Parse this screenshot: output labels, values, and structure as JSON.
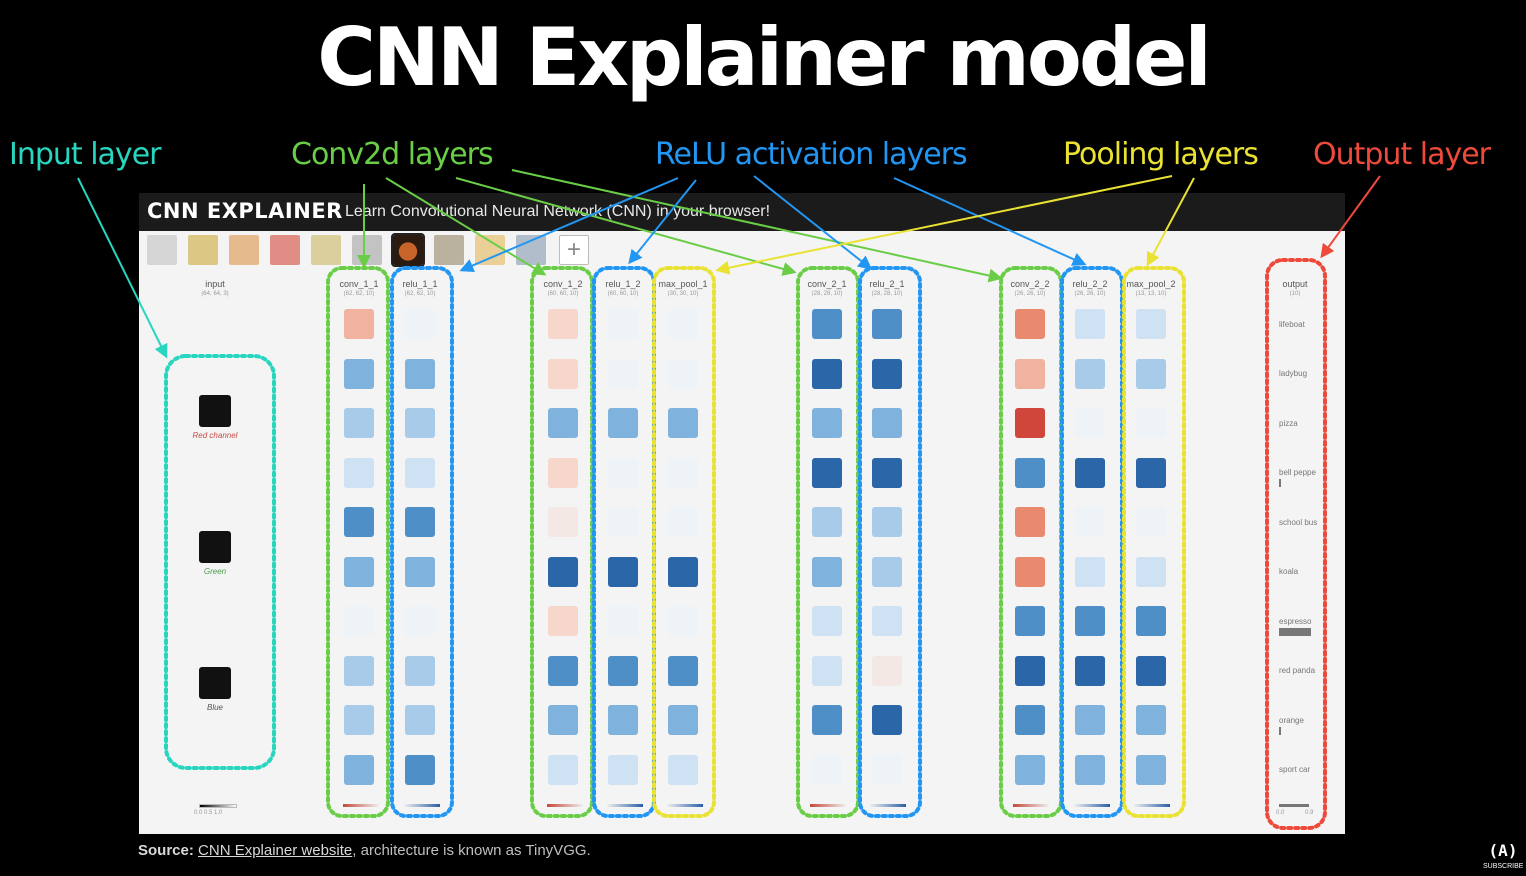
{
  "slide_title": "CNN Explainer model",
  "categories": {
    "input": "Input layer",
    "conv": "Conv2d layers",
    "relu": "ReLU activation layers",
    "pool": "Pooling layers",
    "output": "Output layer"
  },
  "colors": {
    "input": "#28d6c0",
    "conv": "#6acd47",
    "relu": "#2196f3",
    "pool": "#e9e233",
    "output": "#ee4a3c"
  },
  "app": {
    "brand": "CNN EXPLAINER",
    "tagline": "Learn Convolutional Neural Network (CNN) in your browser!",
    "add_icon": "plus-icon"
  },
  "columns": [
    {
      "name": "input",
      "dims": "(64, 64, 3)"
    },
    {
      "name": "conv_1_1",
      "dims": "(62, 62, 10)"
    },
    {
      "name": "relu_1_1",
      "dims": "(62, 62, 10)"
    },
    {
      "name": "conv_1_2",
      "dims": "(60, 60, 10)"
    },
    {
      "name": "relu_1_2",
      "dims": "(60, 60, 10)"
    },
    {
      "name": "max_pool_1",
      "dims": "(30, 30, 10)"
    },
    {
      "name": "conv_2_1",
      "dims": "(28, 28, 10)"
    },
    {
      "name": "relu_2_1",
      "dims": "(28, 28, 10)"
    },
    {
      "name": "conv_2_2",
      "dims": "(26, 26, 10)"
    },
    {
      "name": "relu_2_2",
      "dims": "(26, 26, 10)"
    },
    {
      "name": "max_pool_2",
      "dims": "(13, 13, 10)"
    },
    {
      "name": "output",
      "dims": "(10)"
    }
  ],
  "input_channels": [
    "Red channel",
    "Green",
    "Blue"
  ],
  "input_scale": "0.0   0.5   1.0",
  "classes": [
    "lifeboat",
    "ladybug",
    "pizza",
    "bell peppe",
    "school bus",
    "koala",
    "espresso",
    "red panda",
    "orange",
    "sport car"
  ],
  "class_probabilities": [
    0,
    0,
    0,
    0.03,
    0,
    0,
    0.9,
    0,
    0.03,
    0
  ],
  "output_scale": [
    "0.0",
    "0.9"
  ],
  "footer": {
    "source_label": "Source:",
    "source_link": "CNN Explainer website",
    "source_rest": ", architecture is known as TinyVGG."
  },
  "channel_badge": {
    "mark": "(A)",
    "label": "SUBSCRIBE"
  }
}
